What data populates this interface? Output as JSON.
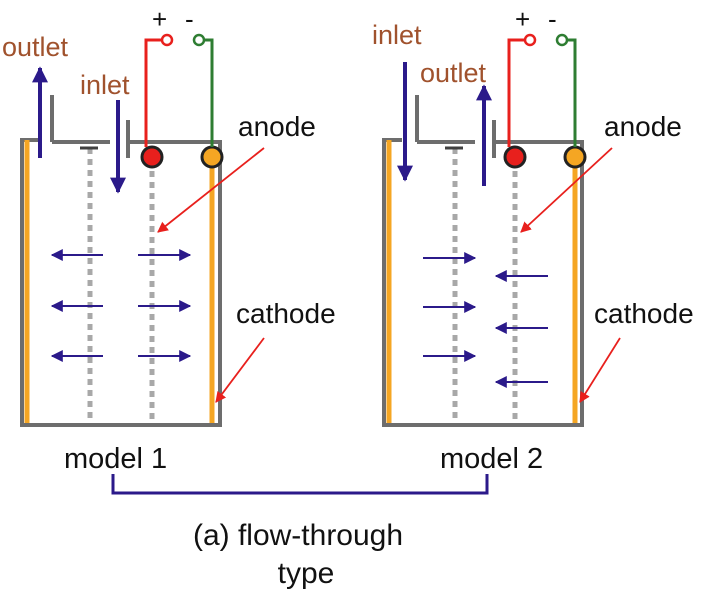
{
  "labels": {
    "model1": {
      "outlet": "outlet",
      "inlet": "inlet",
      "plus": "+",
      "minus": "-",
      "anode": "anode",
      "cathode": "cathode",
      "name": "model 1"
    },
    "model2": {
      "inlet": "inlet",
      "outlet": "outlet",
      "plus": "+",
      "minus": "-",
      "anode": "anode",
      "cathode": "cathode",
      "name": "model 2"
    },
    "caption_line1": "(a) flow-through",
    "caption_line2": "type"
  },
  "colors": {
    "cell_wall": "#6d6d6d",
    "cathode_strip": "#f5a623",
    "anode_terminal": "#e8201d",
    "cathode_terminal": "#f5a623",
    "positive_wire": "#e8201d",
    "negative_wire": "#2e7d32",
    "flow_arrow": "#2b1a8a",
    "label_text": "#a0522d",
    "pointer_arrow": "#e8201d",
    "electrode_dashes": "#a8a8a8",
    "bracket": "#2b1a8a"
  }
}
